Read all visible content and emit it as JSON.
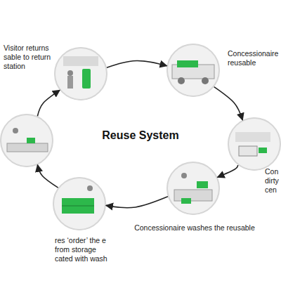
{
  "diagram": {
    "title": "Reuse System",
    "nodes": [
      {
        "text": [
          "Visitor returns sable to return station"
        ]
      },
      {
        "text": [
          "Concessionaire reusable"
        ]
      },
      {
        "text": [
          "Con dirty cen"
        ]
      },
      {
        "text": [
          "Concessionaire washes the reusable"
        ]
      },
      {
        "text": [
          "res ‘order’ the e from storage cated with wash"
        ]
      },
      {
        "text": []
      }
    ],
    "edges": [
      {
        "from": 0,
        "to": 1,
        "arrow": "to"
      },
      {
        "from": 1,
        "to": 2,
        "arrow": "to"
      },
      {
        "from": 2,
        "to": 3,
        "arrow": "to"
      },
      {
        "from": 3,
        "to": 4,
        "arrow": "to"
      },
      {
        "from": 4,
        "to": 5,
        "arrow": "to"
      },
      {
        "from": 5,
        "to": 0,
        "arrow": "to"
      }
    ]
  }
}
